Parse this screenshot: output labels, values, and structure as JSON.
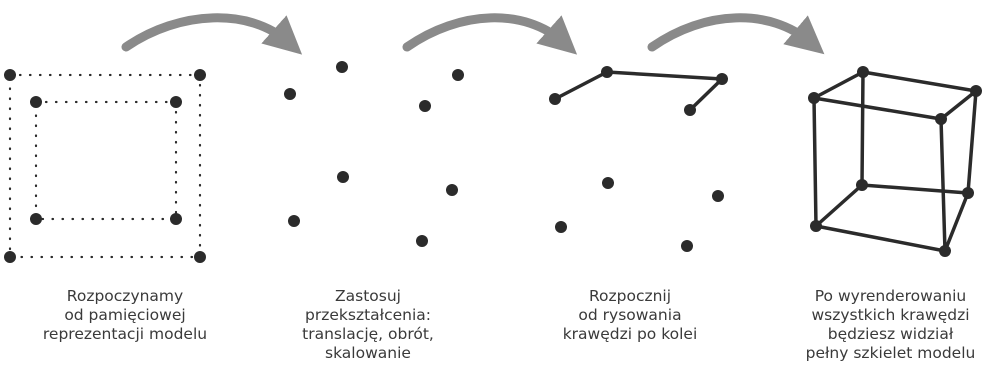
{
  "colors": {
    "ink": "#2b2b2b",
    "arrow": "#8a8a8a",
    "caption": "#3a3a3a",
    "background": "#ffffff"
  },
  "arrows": [
    {
      "name": "arrow-step-1-to-2"
    },
    {
      "name": "arrow-step-2-to-3"
    },
    {
      "name": "arrow-step-3-to-4"
    }
  ],
  "steps": [
    {
      "id": "step-1",
      "caption": "Rozpoczynamy\nod pamięciowej\nreprezentacji modelu"
    },
    {
      "id": "step-2",
      "caption": "Zastosuj\nprzekształcenia:\ntranslację, obrót,\nskalowanie"
    },
    {
      "id": "step-3",
      "caption": "Rozpocznij\nod rysowania\nkrawędzi po kolei"
    },
    {
      "id": "step-4",
      "caption": "Po wyrenderowaniu\nwszystkich krawędzi\nbędziesz widział\npełny szkielet modelu"
    }
  ]
}
